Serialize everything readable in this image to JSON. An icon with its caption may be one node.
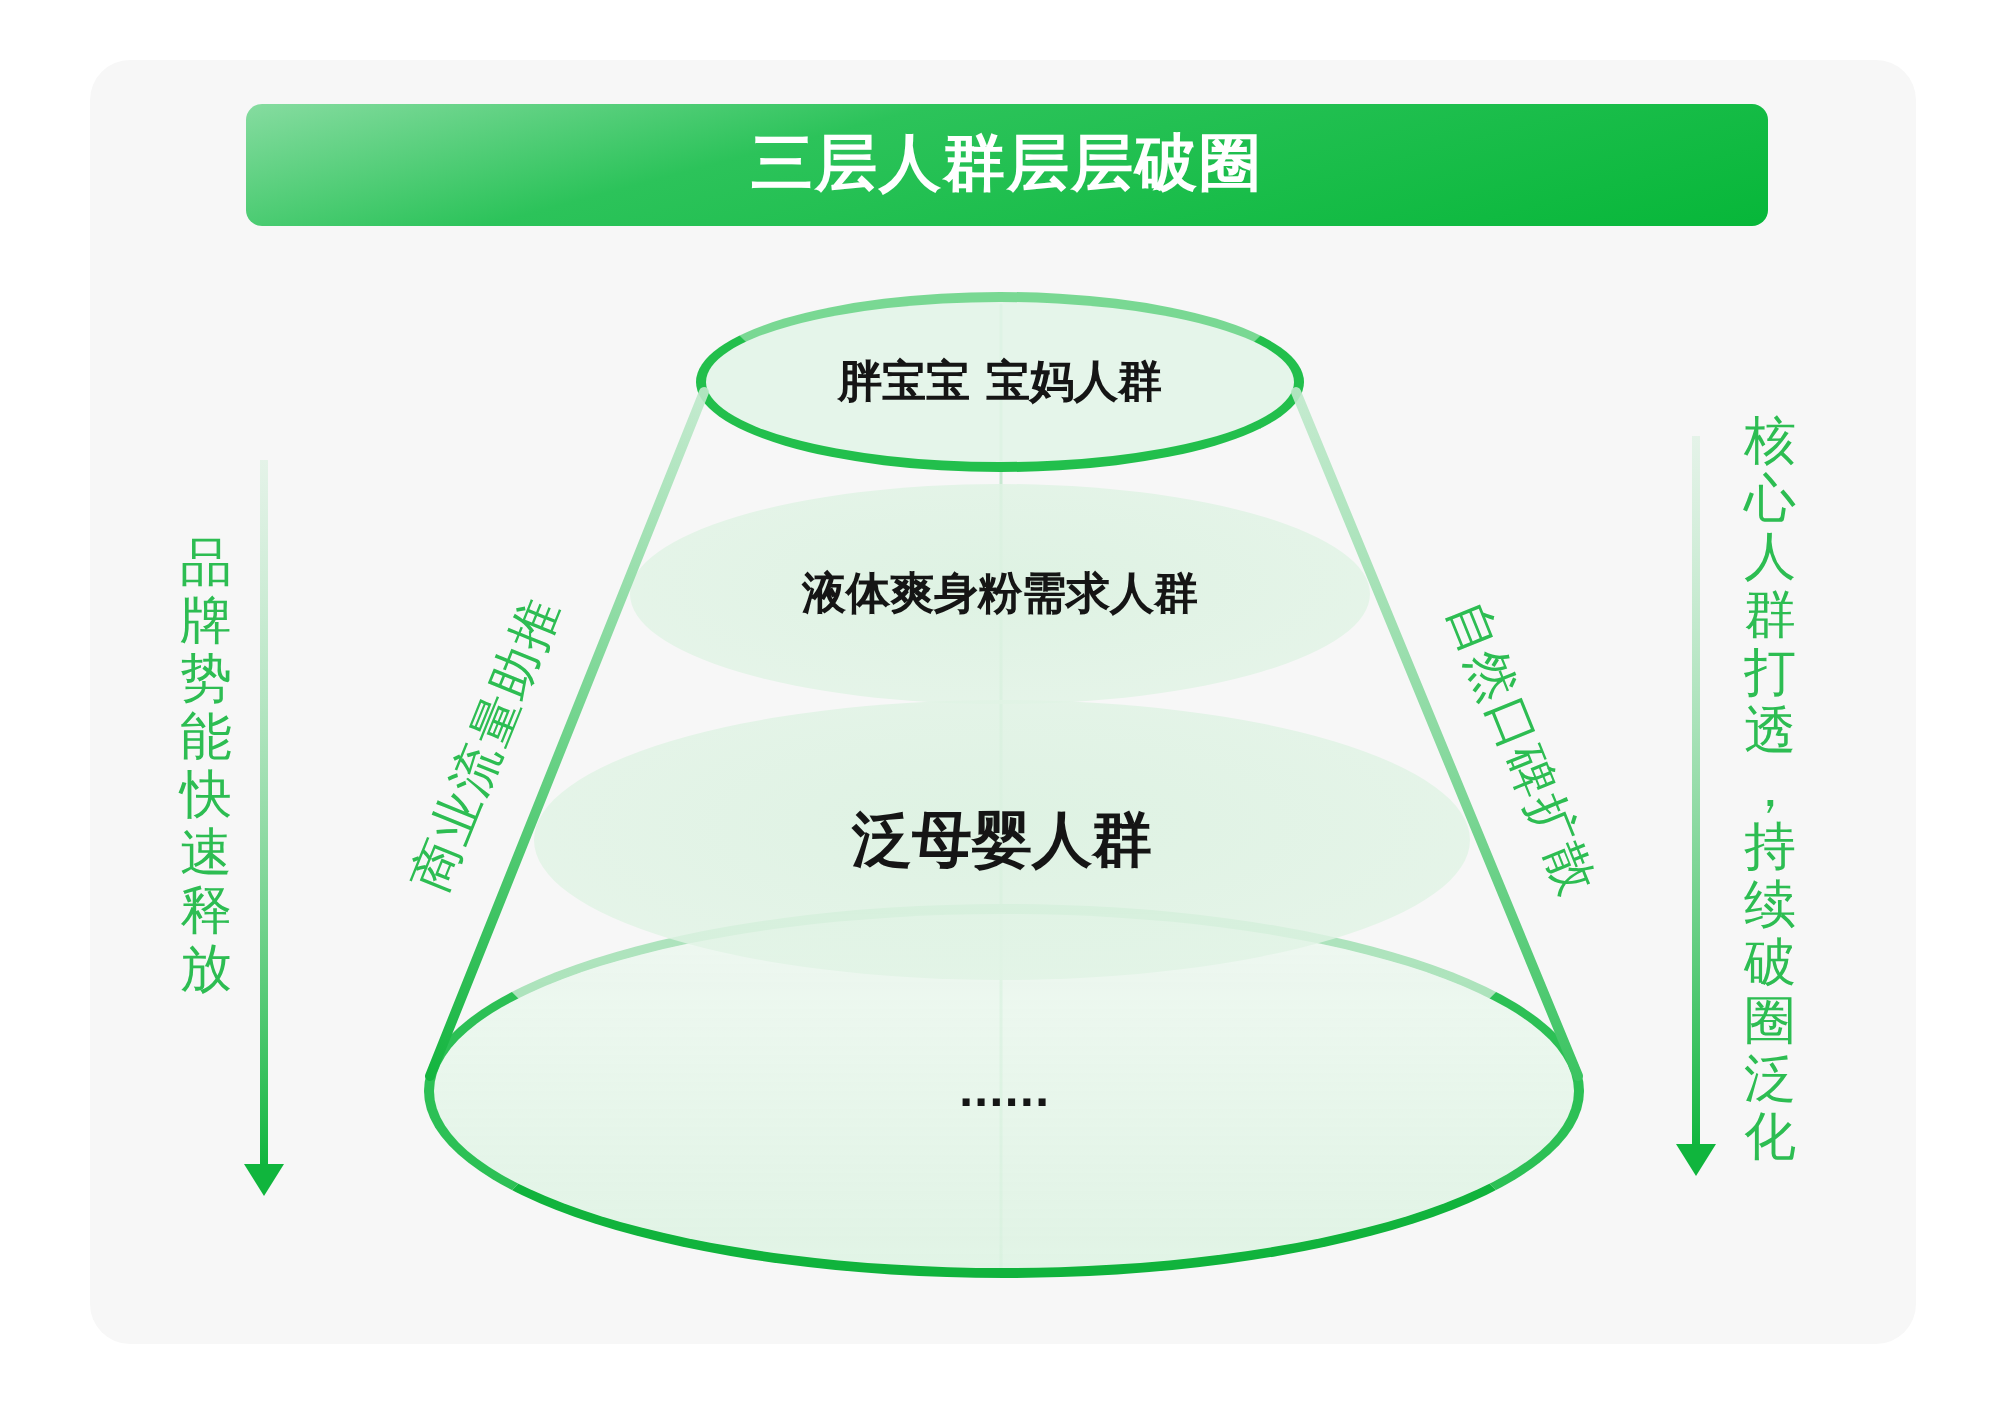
{
  "diagram": {
    "title": "三层人群层层破圈",
    "nodes": [
      {
        "text": [
          "胖宝宝 宝妈人群"
        ]
      },
      {
        "text": [
          "液体爽身粉需求人群"
        ]
      },
      {
        "text": [
          "泛母婴人群"
        ]
      },
      {
        "text": [
          "......"
        ]
      }
    ],
    "labels": [
      "品牌势能快速释放",
      "商业流量助推",
      "自然口碑扩散",
      "核心人群打透，持续破圈泛化"
    ]
  }
}
